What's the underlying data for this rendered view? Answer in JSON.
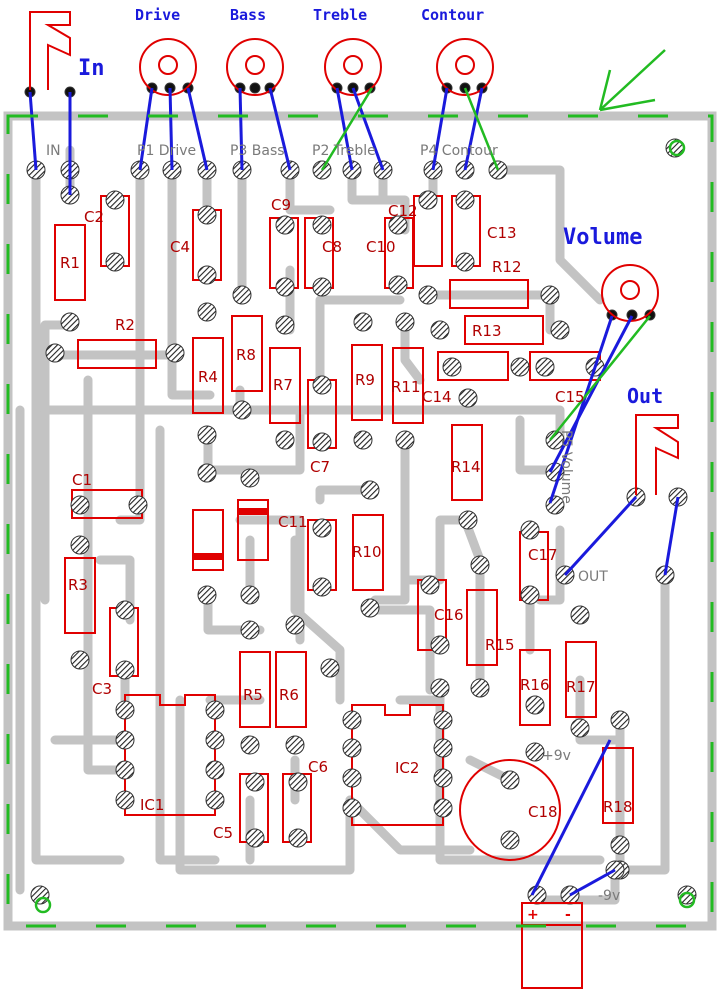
{
  "header": {
    "knob_labels": [
      "Drive",
      "Bass",
      "Treble",
      "Contour"
    ],
    "in_label": "In",
    "volume_label": "Volume",
    "out_label": "Out"
  },
  "board": {
    "pot_labels": [
      "IN",
      "P1 Drive",
      "P3 Bass",
      "P2 Treble",
      "P4 Contour"
    ],
    "p5_label": "P5 Volume",
    "out_pad_label": "OUT",
    "plus_supply": "+9v",
    "minus_supply": "-9v"
  },
  "components": {
    "resistors": [
      "R1",
      "R2",
      "R3",
      "R4",
      "R5",
      "R6",
      "R7",
      "R8",
      "R9",
      "R10",
      "R11",
      "R12",
      "R13",
      "R14",
      "R15",
      "R16",
      "R17",
      "R18"
    ],
    "capacitors": [
      "C1",
      "C2",
      "C3",
      "C4",
      "C5",
      "C6",
      "C7",
      "C8",
      "C9",
      "C10",
      "C11",
      "C12",
      "C13",
      "C14",
      "C15",
      "C16",
      "C17",
      "C18"
    ],
    "ics": [
      "IC1",
      "IC2"
    ]
  },
  "battery": {
    "plus": "+",
    "minus": "-"
  },
  "colors": {
    "trace": "#c3c3c3",
    "component": "#e00000",
    "wire": "#1a1adc",
    "marker": "#22bb22",
    "pad": "#222222"
  }
}
